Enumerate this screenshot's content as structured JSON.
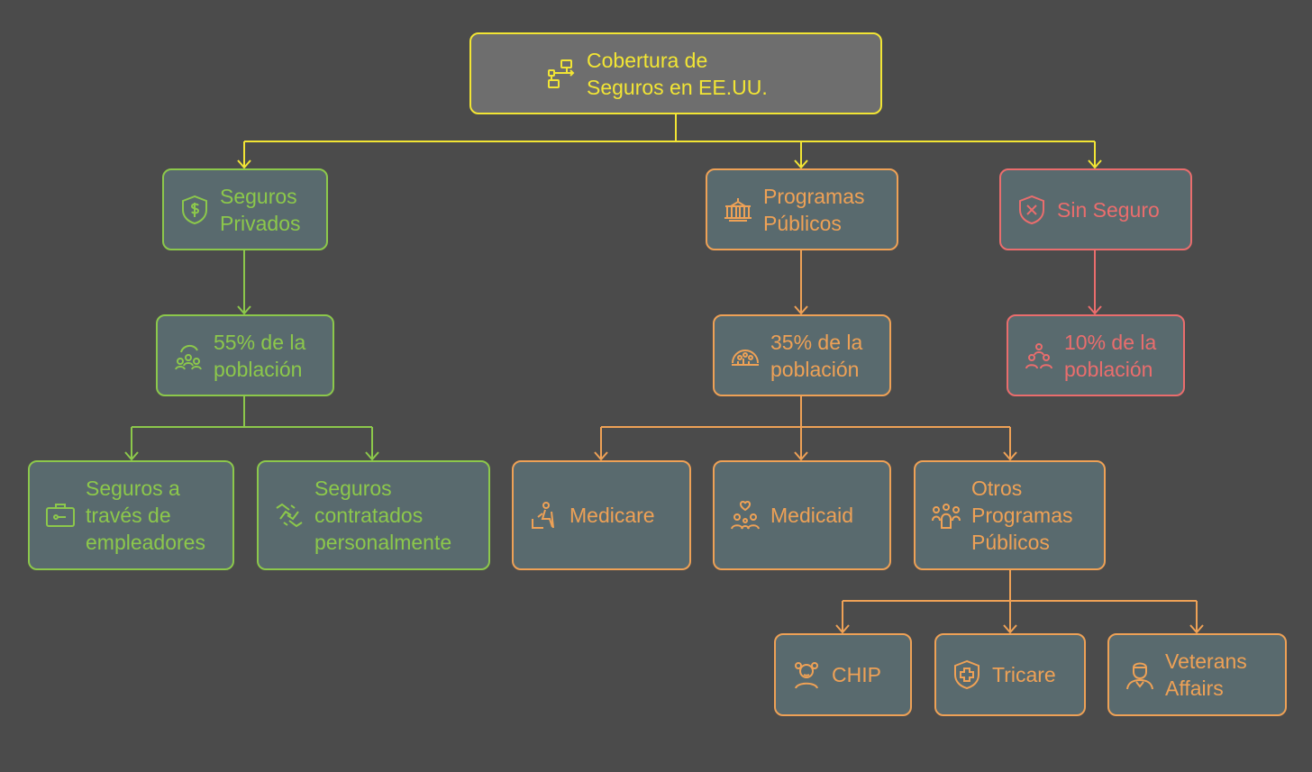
{
  "colors": {
    "background": "#4b4b4b",
    "node_fill": "#596a6e",
    "root_fill": "#6e6e6e",
    "yellow": "#f2e534",
    "green": "#8cc84b",
    "orange": "#eea156",
    "red": "#ea6d6d"
  },
  "root": {
    "label": "Cobertura de\nSeguros en EE.UU.",
    "icon": "flowchart-icon"
  },
  "private": {
    "label": "Seguros\nPrivados",
    "icon": "dollar-shield-icon",
    "share": {
      "label": "55% de la\npoblación",
      "icon": "people-group-icon"
    },
    "children": [
      {
        "label": "Seguros a\ntravés de\nempleadores",
        "icon": "briefcase-icon"
      },
      {
        "label": "Seguros\ncontratados\npersonalmente",
        "icon": "handshake-icon"
      }
    ]
  },
  "public": {
    "label": "Programas\nPúblicos",
    "icon": "government-building-icon",
    "share": {
      "label": "35% de la\npoblación",
      "icon": "community-icon"
    },
    "children": [
      {
        "label": "Medicare",
        "icon": "senior-icon"
      },
      {
        "label": "Medicaid",
        "icon": "family-heart-icon"
      },
      {
        "label": "Otros\nProgramas\nPúblicos",
        "icon": "people-icon"
      }
    ],
    "other_children": [
      {
        "label": "CHIP",
        "icon": "child-icon"
      },
      {
        "label": "Tricare",
        "icon": "military-shield-icon"
      },
      {
        "label": "Veterans\nAffairs",
        "icon": "veteran-icon"
      }
    ]
  },
  "uninsured": {
    "label": "Sin Seguro",
    "icon": "x-shield-icon",
    "share": {
      "label": "10% de la\npoblación",
      "icon": "people-triangle-icon"
    }
  }
}
